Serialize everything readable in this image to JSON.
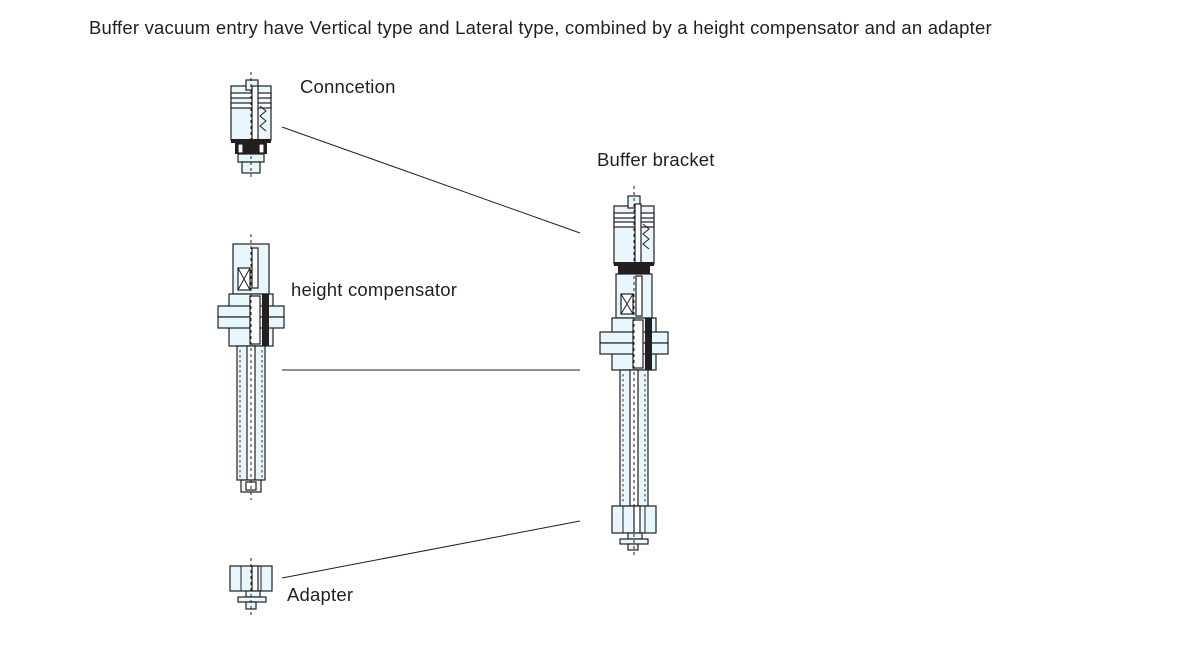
{
  "title": "Buffer vacuum entry have Vertical type and Lateral type, combined by a height compensator and an adapter",
  "labels": {
    "connection": "Conncetion",
    "buffer_bracket": "Buffer bracket",
    "height_compensator": "height compensator",
    "adapter": "Adapter"
  },
  "colors": {
    "part_fill": "#e7f7fd",
    "line": "#231f20",
    "background": "#ffffff"
  }
}
